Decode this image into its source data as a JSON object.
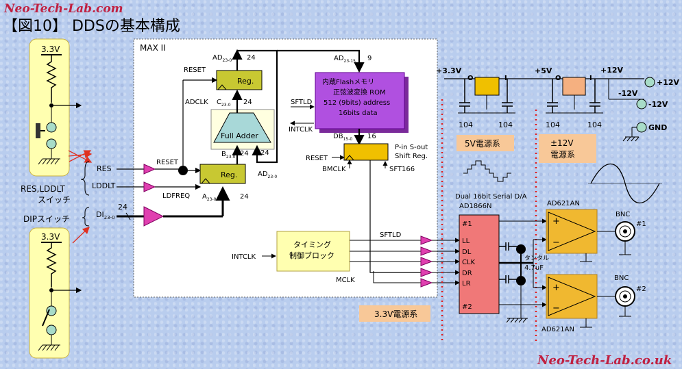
{
  "brand_top": "Neo-Tech-Lab.com",
  "brand_bottom": "Neo-Tech-Lab.co.uk",
  "title": "【図10】 DDSの基本構成",
  "colors": {
    "background": "#b9cdee",
    "panel_yellow": "#ffffb0",
    "reg": "#c8c832",
    "rom": "#b050e0",
    "adder": "#a8d8d8",
    "timing": "#ffffb0",
    "dac": "#f07878",
    "amp": "#f0b830",
    "salmon": "#f5b080",
    "orange_label": "#f8c898",
    "buffer": "#e040b0",
    "red_dotted": "#e02020"
  },
  "maxii_label": "MAX II",
  "left": {
    "supply_top": "3.3V",
    "supply_bottom": "3.3V",
    "res": "RES",
    "lddlt": "LDDLT",
    "switch_label_1": "RES,LDDLT",
    "switch_label_2": "スイッチ",
    "dip_label": "DIPスイッチ",
    "di": "DI",
    "di_sub": "23-0",
    "bus24": "24"
  },
  "core": {
    "reset1": "RESET",
    "reg_top": "Reg.",
    "ad_top": "AD",
    "ad_top_sub": "23-0",
    "n24": "24",
    "adclk": "ADCLK",
    "c": "C",
    "c_sub": "23-0",
    "full_adder": "Full Adder",
    "b": "B",
    "b_sub": "23-0",
    "reset2": "RESET",
    "reg_bottom": "Reg.",
    "ldfreq": "LDFREQ",
    "a": "A",
    "a_sub": "23-0",
    "ad_out": "AD",
    "ad_out_sub": "23-0",
    "ad_rom": "AD",
    "ad_rom_sub": "23-15",
    "n9": "9",
    "rom_lines": [
      "内蔵Flashメモリ",
      "正弦波変換 ROM",
      "512 (9bits) address",
      "16bits data"
    ],
    "sftld": "SFTLD",
    "intclk": "INTCLK",
    "db": "DB",
    "db_sub": "15-0",
    "n16": "16",
    "reset3": "RESET",
    "shift_lines": [
      "P-in S-out",
      "Shift Reg."
    ],
    "bmclk": "BMCLK",
    "sft166": "SFT166",
    "timing_lines": [
      "タイミング",
      "制御ブロック"
    ],
    "intclk2": "INTCLK",
    "sftld2": "SFTLD",
    "mclk": "MCLK",
    "power_33": "3.3V電源系"
  },
  "power": {
    "v33": "+3.3V",
    "o1": "O",
    "i1": "I",
    "v5": "+5V",
    "o2": "O",
    "i2": "I",
    "v12": "+12V",
    "vm12": "-12V",
    "caps": [
      "104",
      "104",
      "104",
      "104"
    ],
    "label_5v": "5V電源系",
    "label_12v_1": "±12V",
    "label_12v_2": "電源系",
    "out_p12": "+12V",
    "out_m12": "-12V",
    "out_gnd": "GND"
  },
  "dac": {
    "title1": "Dual 16bit Serial D/A",
    "title2": "AD1866N",
    "pins": [
      "#1",
      "LL",
      "DL",
      "CLK",
      "DR",
      "LR",
      "#2"
    ],
    "cap_label1": "タンタル",
    "cap_label2": "4.7uF"
  },
  "amps": {
    "amp1": "AD621AN",
    "amp2": "AD621AN",
    "plus": "+",
    "minus": "−",
    "bnc1": "BNC",
    "bnc1_num": "#1",
    "bnc2": "BNC",
    "bnc2_num": "#2"
  }
}
